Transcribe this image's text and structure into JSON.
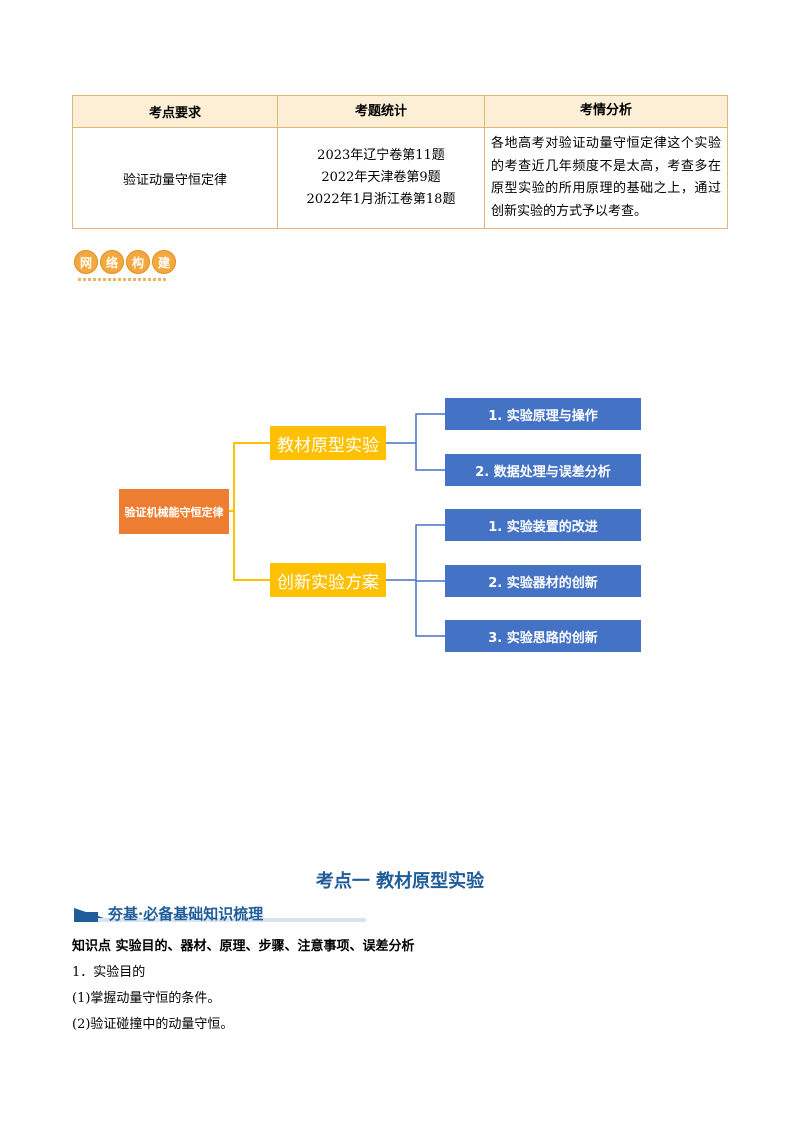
{
  "table": {
    "headers": [
      "考点要求",
      "考题统计",
      "考情分析"
    ],
    "requirement": "验证动量守恒定律",
    "stats": [
      "2023年辽宁卷第11题",
      "2022年天津卷第9题",
      "2022年1月浙江卷第18题"
    ],
    "analysis": "各地高考对验证动量守恒定律这个实验的考查近几年频度不是太高，考查多在原型实验的所用原理的基础之上，通过创新实验的方式予以考查。"
  },
  "badge": {
    "chars": [
      "网",
      "络",
      "构",
      "建"
    ]
  },
  "mindmap": {
    "root": "验证机械能守恒定律",
    "branches": [
      {
        "label": "教材原型实验",
        "children": [
          "1. 实验原理与操作",
          "2. 数据处理与误差分析"
        ]
      },
      {
        "label": "创新实验方案",
        "children": [
          "1. 实验装置的改进",
          "2. 实验器材的创新",
          "3. 实验思路的创新"
        ]
      }
    ],
    "colors": {
      "root": "#ed7d31",
      "branch": "#ffc000",
      "leaf": "#4472c4",
      "line": "#ffc000",
      "leaf_line": "#4472c4"
    }
  },
  "section": {
    "title": "考点一  教材原型实验",
    "banner": "夯基·必备基础知识梳理",
    "knowledge_point": "知识点  实验目的、器材、原理、步骤、注意事项、误差分析",
    "lines": [
      "1．实验目的",
      "(1)掌握动量守恒的条件。",
      "(2)验证碰撞中的动量守恒。"
    ]
  }
}
